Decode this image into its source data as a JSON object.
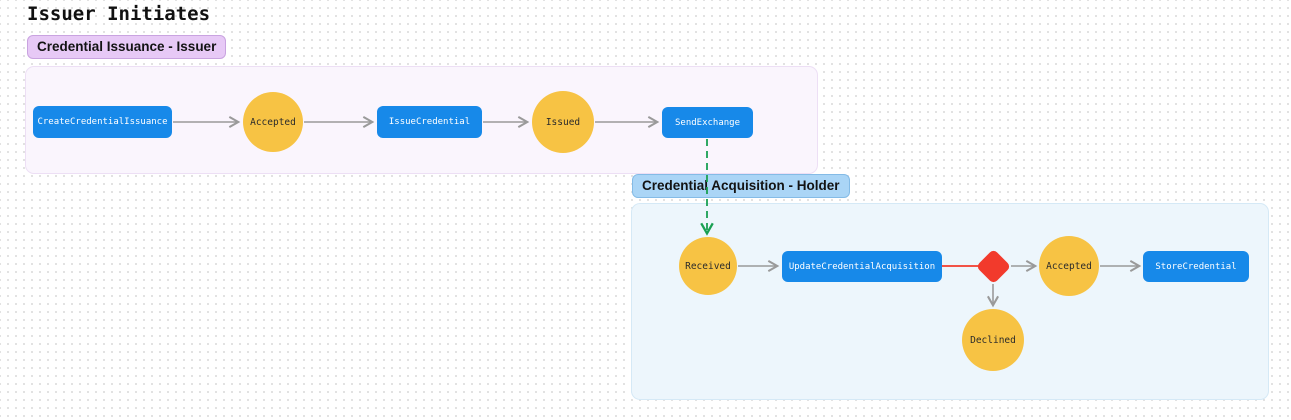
{
  "title": "Issuer Initiates",
  "issuer": {
    "badge": "Credential Issuance - Issuer",
    "nodes": {
      "create_task": "CreateCredentialIssuance",
      "accepted_state": "Accepted",
      "issue_task": "IssueCredential",
      "issued_state": "Issued",
      "send_task": "SendExchange"
    }
  },
  "holder": {
    "badge": "Credential Acquisition - Holder",
    "nodes": {
      "received_state": "Received",
      "update_task": "UpdateCredentialAcquisition",
      "accepted_state": "Accepted",
      "store_task": "StoreCredential",
      "declined_state": "Declined"
    }
  },
  "colors": {
    "task_blue": "#1789e9",
    "state_yellow": "#f7c344",
    "decision_red": "#f23a2c",
    "cross_lane_green": "#1aa053",
    "arrow_gray": "#9a9a9a",
    "issuer_panel_bg": "#faf5fd",
    "issuer_badge_bg": "#e7c9f6",
    "holder_panel_bg": "#edf6fc",
    "holder_badge_bg": "#aad5f6"
  }
}
